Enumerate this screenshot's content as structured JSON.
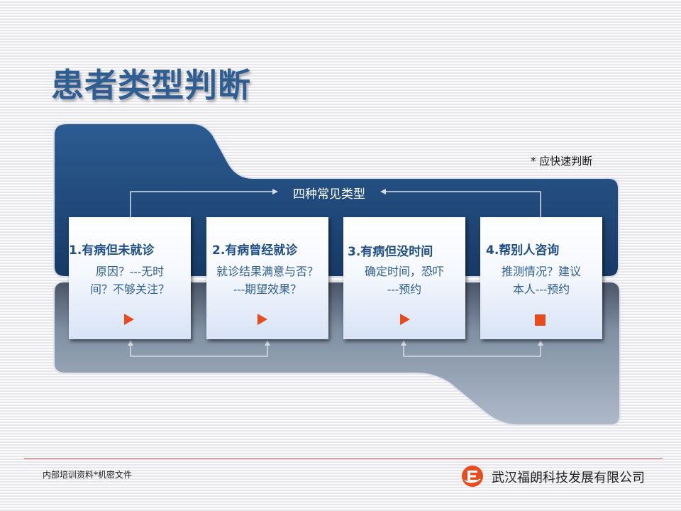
{
  "slide": {
    "title": "患者类型判断",
    "note": "* 应快速判断",
    "center_label": "四种常见类型"
  },
  "cards": [
    {
      "title": "1.有病但未就诊",
      "lines": [
        "原因？---无时",
        "间？不够关注？"
      ],
      "icon": "play-icon"
    },
    {
      "title": "2.有病曾经就诊",
      "lines": [
        "就诊结果满意与否？",
        "---期望效果？"
      ],
      "icon": "play-icon"
    },
    {
      "title": "3.有病但没时间",
      "lines": [
        "确定时间，恐吓",
        "---预约"
      ],
      "icon": "play-icon"
    },
    {
      "title": "4.帮别人咨询",
      "lines": [
        "推测情况？建议",
        "本人---预约"
      ],
      "icon": "stop-icon"
    }
  ],
  "footer": {
    "left_text": "内部培训资料*机密文件",
    "company": "武汉福朗科技发展有限公司",
    "logo_icon": "company-logo-icon"
  },
  "colors": {
    "title": "#2f5f92",
    "panel_top": "#1f4a7c",
    "panel_bottom": "#8c99ab",
    "accent": "#e84c1c",
    "footer_rule": "#c0504d"
  }
}
